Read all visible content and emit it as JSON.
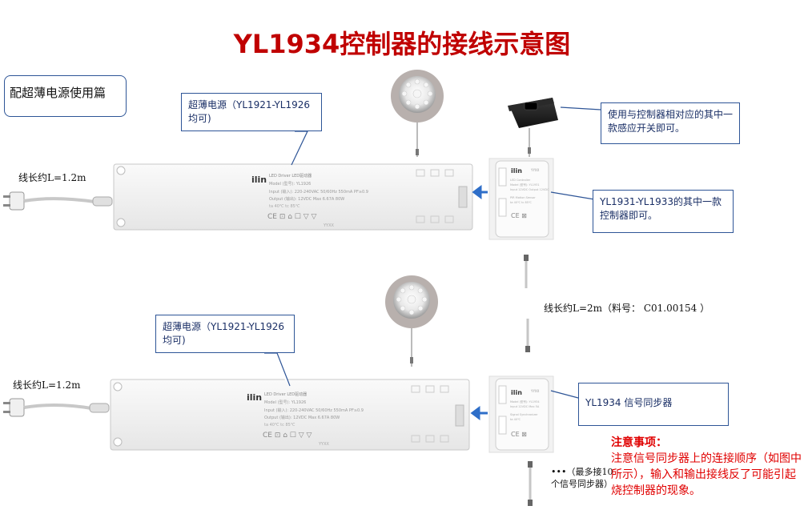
{
  "title": "YL1934控制器的接线示意图",
  "section_label": "配超薄电源使用篇",
  "callouts": {
    "power_top": "超薄电源（YL1921-YL1926均可)",
    "power_bottom": "超薄电源（YL1921-YL1926均可)",
    "sensor_switch": "使用与控制器相对应的其中一款感应开关即可。",
    "controller": "YL1931-YL1933的其中一款控制器即可。",
    "sync": "YL1934 信号同步器"
  },
  "cable_labels": {
    "top_plug": "线长约L=1.2m",
    "bottom_plug": "线长约L=1.2m",
    "middle": "线长约L=2m（料号： C01.00154 ）",
    "chain_note": "•••（最多接10个信号同步器）"
  },
  "warning": {
    "heading": "注意事项：",
    "body": "注意信号同步器上的连接顺序（如图中所示），输入和输出接线反了可能引起烧控制器的现象。"
  },
  "driver_label": {
    "brand": "ilin",
    "product": "LED Driver LED驱动器",
    "model": "Model (型号): YL1926",
    "input": "Input (输入): 220-240VAC 50/60Hz 550mA PF≥0.9",
    "output": "Output (输出): 12VDC Max 6.67A 80W",
    "date": "YYXX"
  },
  "colors": {
    "title": "#c00000",
    "callout_border": "#2e5597",
    "arrow": "#2e6ec8",
    "warning": "#e00000"
  }
}
